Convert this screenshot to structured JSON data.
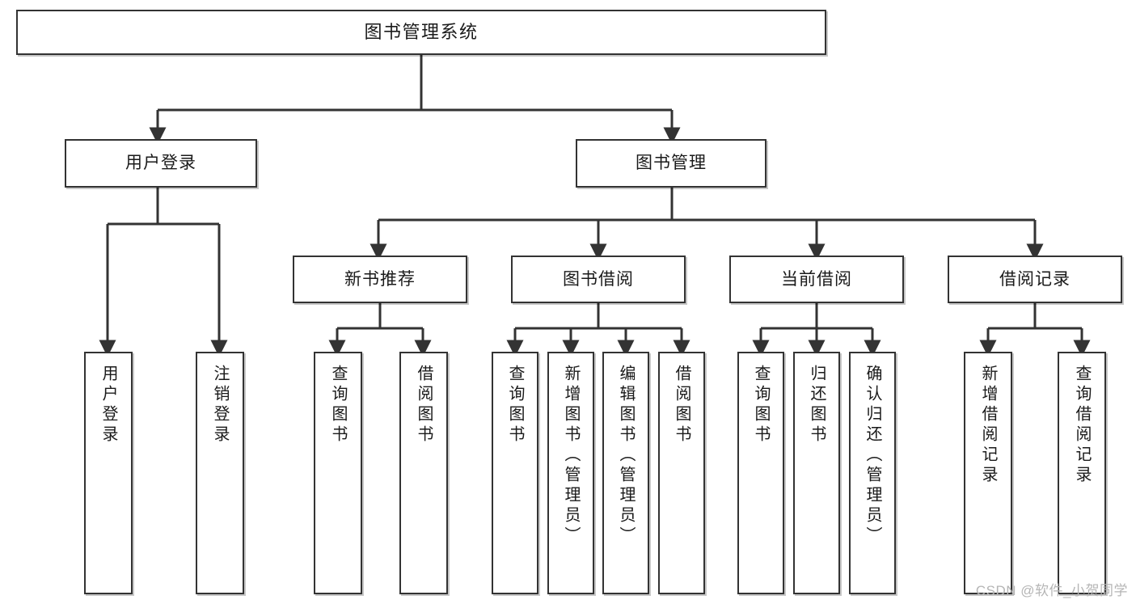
{
  "diagram": {
    "title": "图书管理系统",
    "type": "tree-hierarchy",
    "watermark": "CSDN @软件_小贺同学",
    "colors": {
      "box_border": "#333333",
      "box_fill": "#ffffff",
      "connector": "#333333",
      "text": "#1a1a1a",
      "watermark": "#b5b5b5"
    }
  },
  "nodes": {
    "root": {
      "label": "图书管理系统"
    },
    "level2": [
      {
        "id": "user-login",
        "label": "用户登录"
      },
      {
        "id": "book-manage",
        "label": "图书管理"
      }
    ],
    "level3": [
      {
        "id": "new-book-rec",
        "label": "新书推荐"
      },
      {
        "id": "book-borrow",
        "label": "图书借阅"
      },
      {
        "id": "current-borrow",
        "label": "当前借阅"
      },
      {
        "id": "borrow-record",
        "label": "借阅记录"
      }
    ],
    "leaves": {
      "user-login": [
        {
          "id": "leaf-user-login",
          "label": "用户登录"
        },
        {
          "id": "leaf-user-logout",
          "label": "注销登录"
        }
      ],
      "new-book-rec": [
        {
          "id": "leaf-query-book-1",
          "label": "查询图书"
        },
        {
          "id": "leaf-borrow-book-1",
          "label": "借阅图书"
        }
      ],
      "book-borrow": [
        {
          "id": "leaf-query-book-2",
          "label": "查询图书"
        },
        {
          "id": "leaf-add-book",
          "label": "新增图书（管理员）"
        },
        {
          "id": "leaf-edit-book",
          "label": "编辑图书（管理员）"
        },
        {
          "id": "leaf-borrow-book-2",
          "label": "借阅图书"
        }
      ],
      "current-borrow": [
        {
          "id": "leaf-query-book-3",
          "label": "查询图书"
        },
        {
          "id": "leaf-return-book",
          "label": "归还图书"
        },
        {
          "id": "leaf-confirm-return",
          "label": "确认归还（管理员）"
        }
      ],
      "borrow-record": [
        {
          "id": "leaf-add-record",
          "label": "新增借阅记录"
        },
        {
          "id": "leaf-query-record",
          "label": "查询借阅记录"
        }
      ]
    }
  }
}
